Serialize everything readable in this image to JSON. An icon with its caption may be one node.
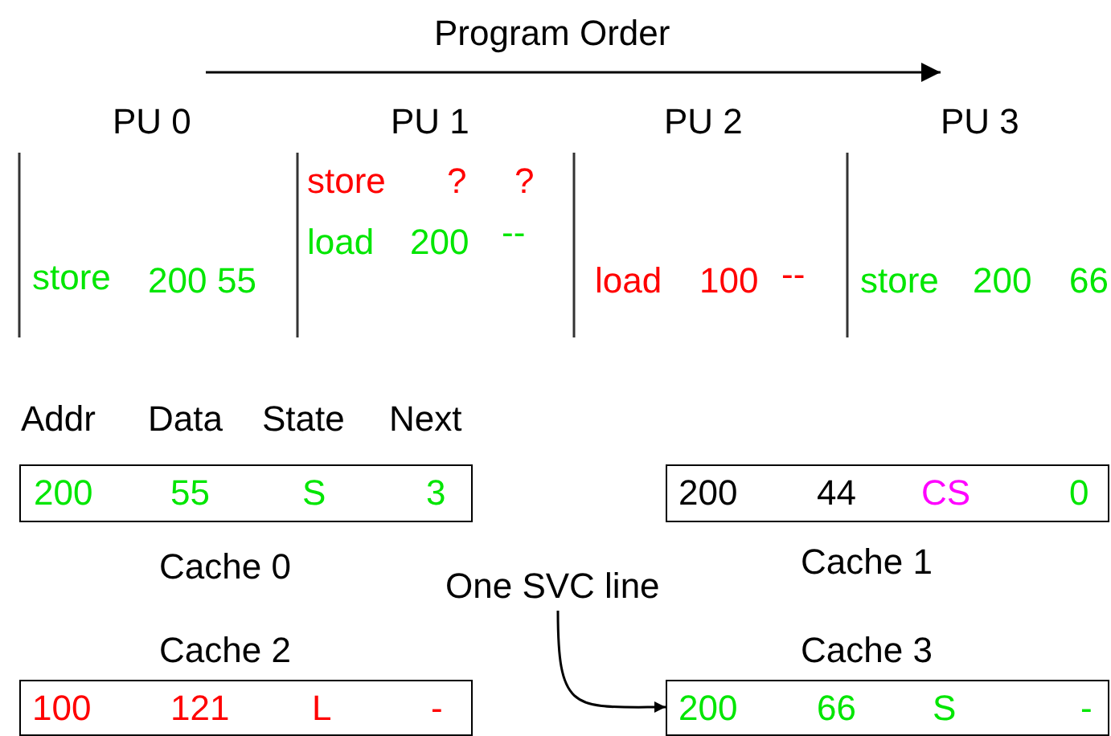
{
  "diagram": {
    "nodes": [
      {
        "text": [
          "200",
          "55",
          "S",
          "3"
        ],
        "beside": [
          "Cache 0"
        ]
      },
      {
        "text": [
          "200",
          "44",
          "CS",
          "0"
        ],
        "beside": [
          "Cache 1"
        ]
      },
      {
        "text": [
          "One SVC line"
        ]
      },
      {
        "text": [
          "100",
          "121",
          "L",
          "-"
        ],
        "beside": [
          "Cache 2"
        ]
      },
      {
        "text": [
          "200",
          "66",
          "S",
          "-"
        ],
        "beside": [
          "Cache 3"
        ]
      }
    ],
    "edges": [
      {
        "from": 2,
        "to": 4,
        "arrow": "to"
      }
    ],
    "labels": [
      "Program Order",
      "PU 0",
      "PU 1",
      "PU 2",
      "PU 3",
      "store",
      "?",
      "?",
      "load",
      "200",
      "--",
      "store",
      "200",
      "55",
      "load",
      "100",
      "--",
      "store",
      "200",
      "66",
      "Addr",
      "Data",
      "State",
      "Next"
    ]
  }
}
